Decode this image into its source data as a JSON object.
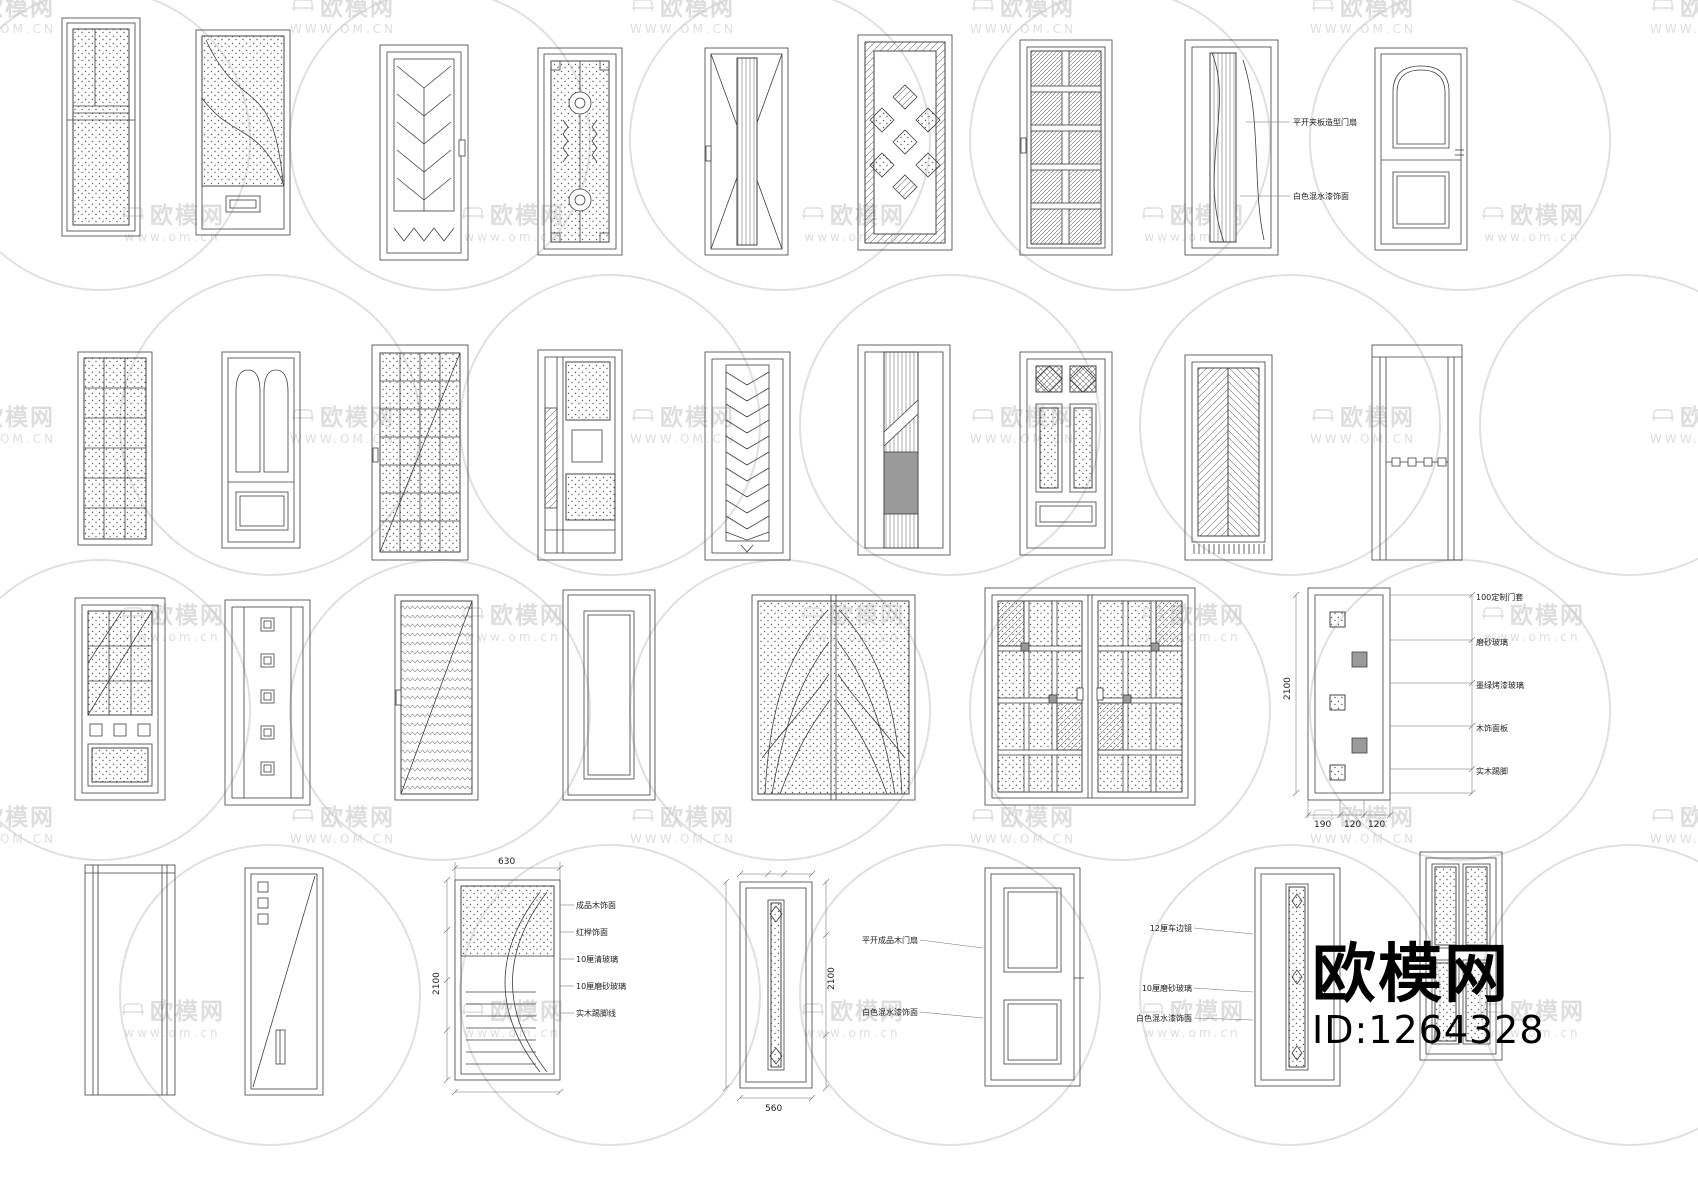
{
  "watermark": {
    "brand": "欧模网",
    "site_lower": "www.om.cn",
    "site_upper": "WWW.OM.CN"
  },
  "footer": {
    "brand": "欧模网",
    "id_label": "ID:1264328"
  },
  "annotations": {
    "r1d8": [
      "平开夹板造型门扇",
      "白色混水漆饰面"
    ],
    "r3d7_side": [
      "100定制门套",
      "磨砂玻璃",
      "墨绿烤漆玻璃",
      "木饰面板",
      "实木踢脚"
    ],
    "r3d7_left_dim": "2100",
    "r3d7_bottom_dims": [
      "190",
      "120",
      "120"
    ],
    "r4d3_top_dim": "630",
    "r4d3_left_dim": "2100",
    "r4d3_side": [
      "成品木饰面",
      "红榉饰面",
      "10厘清玻璃",
      "10厘磨砂玻璃",
      "实木踢脚线"
    ],
    "r4d4_bottom_dim": "560",
    "r4d4_right_dim": "2100",
    "r4d5": [
      "平开成品木门扇",
      "白色混水漆饰面"
    ],
    "r4d6": [
      "12厘车边镜",
      "10厘磨砂玻璃",
      "白色混水漆饰面"
    ]
  }
}
